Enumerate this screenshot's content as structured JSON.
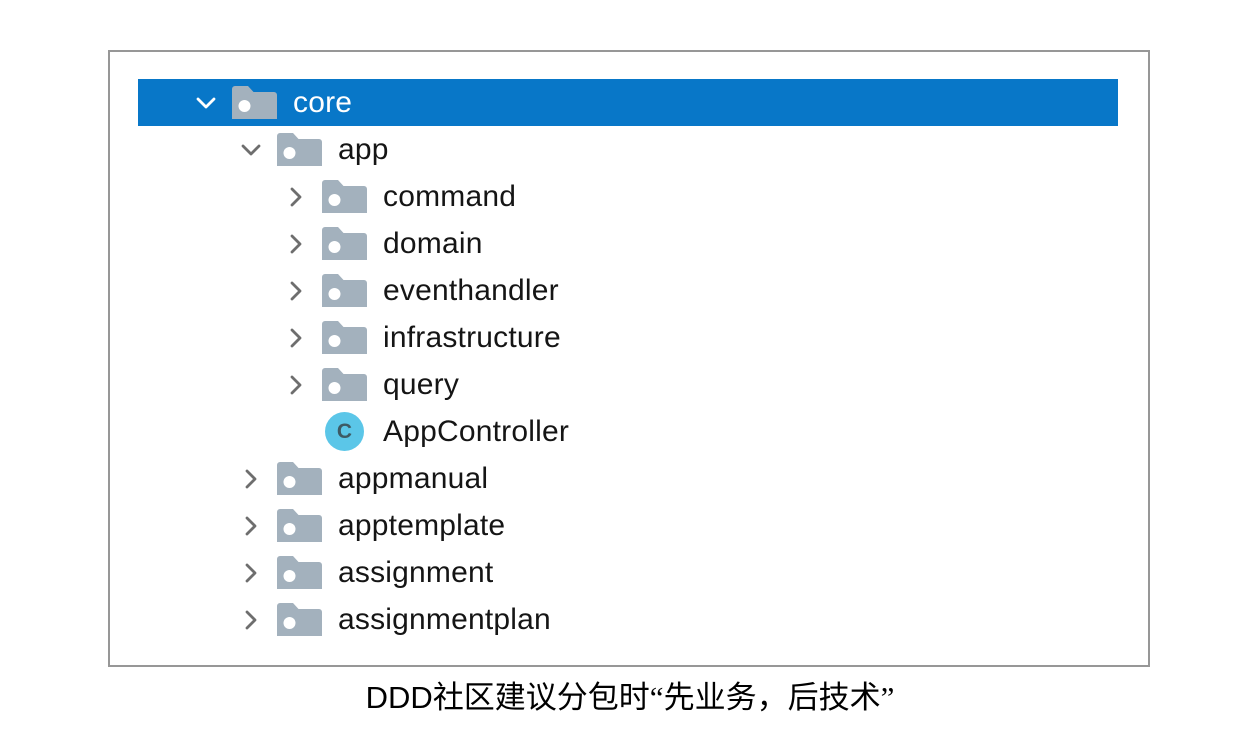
{
  "tree": {
    "rows": [
      {
        "label": "core",
        "level": 0,
        "type": "folder",
        "state": "expanded",
        "selected": true,
        "icon": "folder-icon",
        "chevron": "chevron-down-icon"
      },
      {
        "label": "app",
        "level": 1,
        "type": "folder",
        "state": "expanded",
        "selected": false,
        "icon": "folder-icon",
        "chevron": "chevron-down-icon"
      },
      {
        "label": "command",
        "level": 2,
        "type": "folder",
        "state": "collapsed",
        "selected": false,
        "icon": "folder-icon",
        "chevron": "chevron-right-icon"
      },
      {
        "label": "domain",
        "level": 2,
        "type": "folder",
        "state": "collapsed",
        "selected": false,
        "icon": "folder-icon",
        "chevron": "chevron-right-icon"
      },
      {
        "label": "eventhandler",
        "level": 2,
        "type": "folder",
        "state": "collapsed",
        "selected": false,
        "icon": "folder-icon",
        "chevron": "chevron-right-icon"
      },
      {
        "label": "infrastructure",
        "level": 2,
        "type": "folder",
        "state": "collapsed",
        "selected": false,
        "icon": "folder-icon",
        "chevron": "chevron-right-icon"
      },
      {
        "label": "query",
        "level": 2,
        "type": "folder",
        "state": "collapsed",
        "selected": false,
        "icon": "folder-icon",
        "chevron": "chevron-right-icon"
      },
      {
        "label": "AppController",
        "level": 2,
        "type": "class",
        "state": "none",
        "selected": false,
        "icon": "class-icon",
        "icon_letter": "C"
      },
      {
        "label": "appmanual",
        "level": 1,
        "type": "folder",
        "state": "collapsed",
        "selected": false,
        "icon": "folder-icon",
        "chevron": "chevron-right-icon"
      },
      {
        "label": "apptemplate",
        "level": 1,
        "type": "folder",
        "state": "collapsed",
        "selected": false,
        "icon": "folder-icon",
        "chevron": "chevron-right-icon"
      },
      {
        "label": "assignment",
        "level": 1,
        "type": "folder",
        "state": "collapsed",
        "selected": false,
        "icon": "folder-icon",
        "chevron": "chevron-right-icon"
      },
      {
        "label": "assignmentplan",
        "level": 1,
        "type": "folder",
        "state": "collapsed",
        "selected": false,
        "icon": "folder-icon",
        "chevron": "chevron-right-icon"
      }
    ]
  },
  "caption": {
    "prefix": "DDD",
    "text": "社区建议分包时“先业务，后技术”"
  },
  "colors": {
    "selection_blue": "#0877c8",
    "folder_gray": "#a3b1bd",
    "class_icon_cyan": "#5bc6e8",
    "chevron_gray": "#6e6e6e",
    "frame_border": "#979797",
    "text": "#151515"
  }
}
